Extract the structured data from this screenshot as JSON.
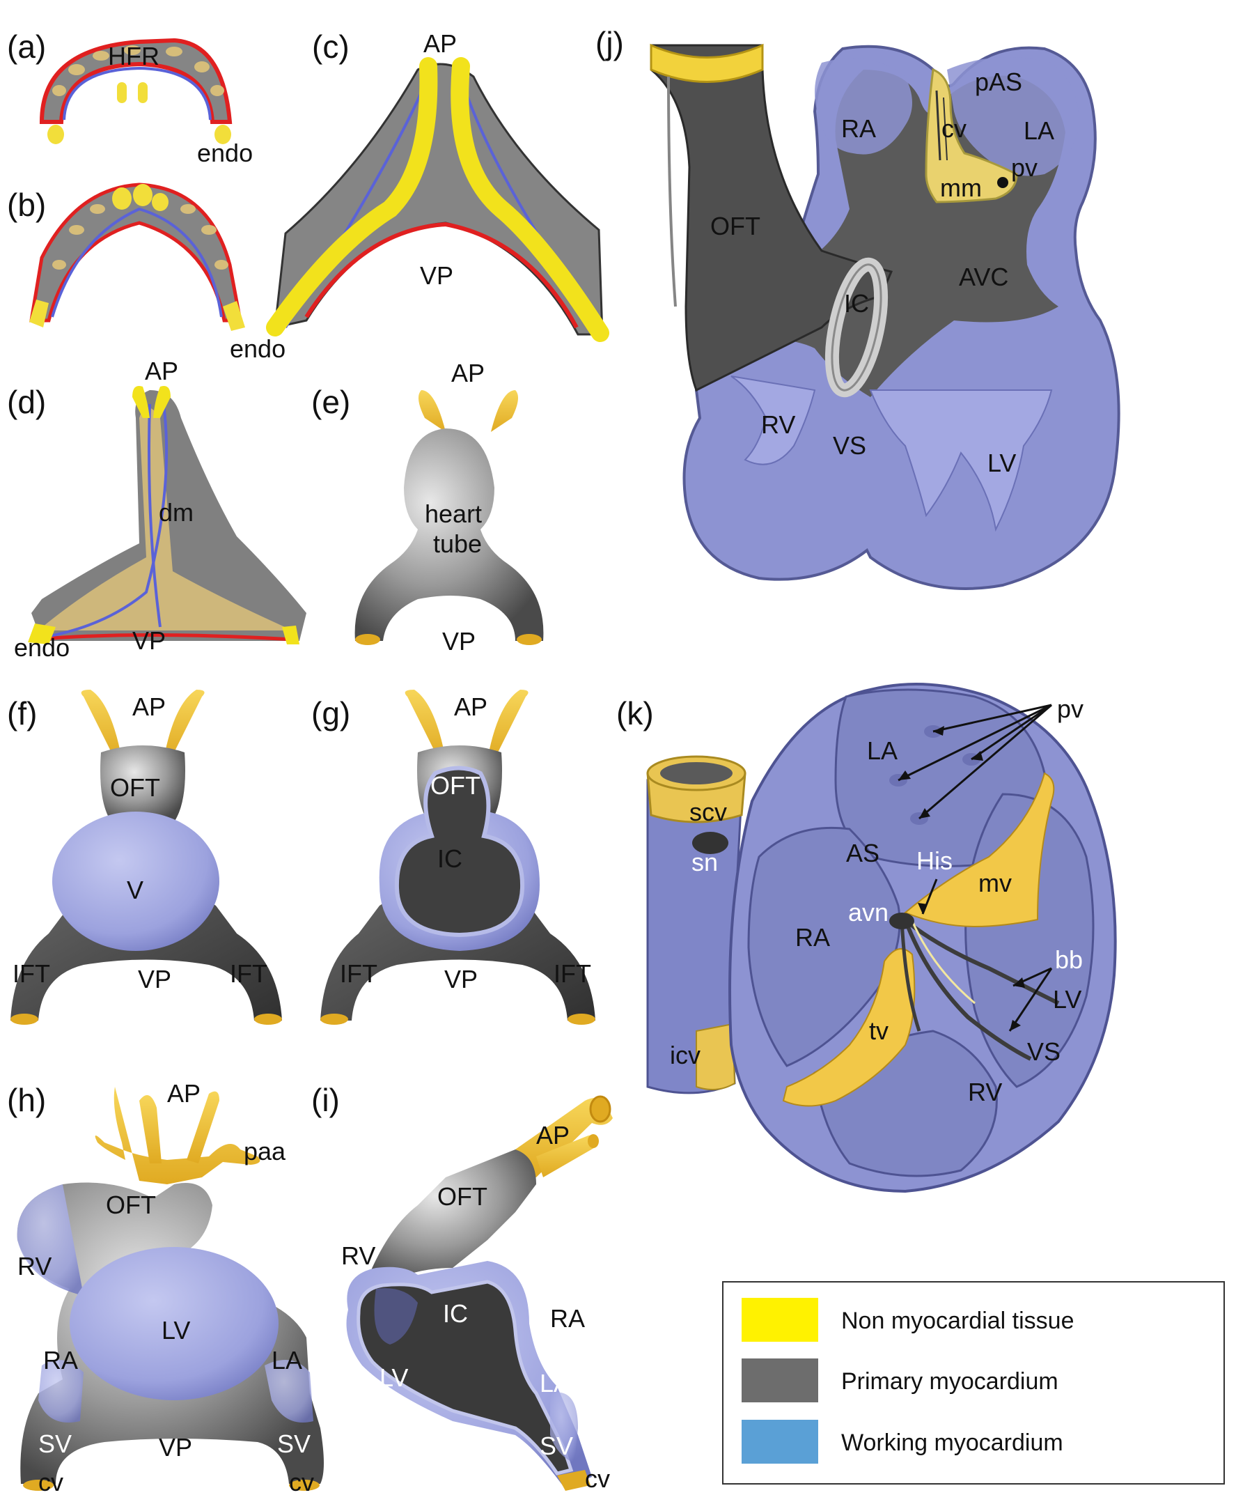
{
  "panels": {
    "a": {
      "letter": "(a)",
      "labels": [
        "HFR",
        "endo"
      ]
    },
    "b": {
      "letter": "(b)",
      "labels": [
        "endo"
      ]
    },
    "c": {
      "letter": "(c)",
      "labels": [
        "AP",
        "VP"
      ]
    },
    "d": {
      "letter": "(d)",
      "labels": [
        "AP",
        "dm",
        "endo",
        "VP"
      ]
    },
    "e": {
      "letter": "(e)",
      "labels": [
        "AP",
        "heart",
        "tube",
        "VP"
      ]
    },
    "f": {
      "letter": "(f)",
      "labels": [
        "AP",
        "OFT",
        "V",
        "IFT",
        "VP",
        "IFT"
      ]
    },
    "g": {
      "letter": "(g)",
      "labels": [
        "AP",
        "OFT",
        "IC",
        "IFT",
        "VP",
        "IFT"
      ]
    },
    "h": {
      "letter": "(h)",
      "labels": [
        "AP",
        "paa",
        "OFT",
        "RV",
        "LV",
        "RA",
        "LA",
        "SV",
        "SV",
        "VP",
        "cv",
        "cv"
      ]
    },
    "i": {
      "letter": "(i)",
      "labels": [
        "AP",
        "OFT",
        "RV",
        "IC",
        "RA",
        "LV",
        "LA",
        "SV",
        "cv"
      ]
    },
    "j": {
      "letter": "(j)",
      "labels": [
        "pAS",
        "RA",
        "cv",
        "LA",
        "pv",
        "mm",
        "OFT",
        "AVC",
        "IC",
        "RV",
        "VS",
        "LV"
      ]
    },
    "k": {
      "letter": "(k)",
      "labels": [
        "pv",
        "LA",
        "scv",
        "sn",
        "AS",
        "His",
        "mv",
        "avn",
        "RA",
        "bb",
        "LV",
        "tv",
        "VS",
        "icv",
        "RV"
      ]
    }
  },
  "legend": {
    "items": [
      {
        "label": "Non myocardial tissue",
        "color": "#fff200"
      },
      {
        "label": "Primary myocardium",
        "color": "#6d6d6d"
      },
      {
        "label": "Working myocardium",
        "color": "#5aa0d6"
      }
    ]
  },
  "colors": {
    "non_myocardial": "#f4d23c",
    "primary": "#5a5a5a",
    "working": "#8d93d2",
    "outline_red": "#e02020",
    "outline_blue": "#5a62d8"
  }
}
